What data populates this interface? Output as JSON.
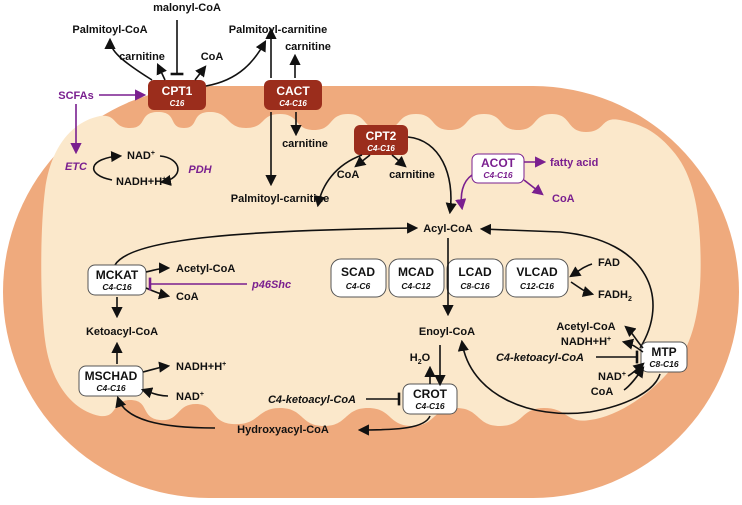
{
  "outside": {
    "malonyl_coa": "malonyl-CoA",
    "palmitoyl_coa": "Palmitoyl-CoA",
    "palmitoyl_carnitine_top": "Palmitoyl-carnitine",
    "carnitine_cpt1": "carnitine",
    "coa_cpt1": "CoA",
    "carnitine_cact_top": "carnitine",
    "scfas": "SCFAs"
  },
  "transporters": {
    "cpt1": {
      "name": "CPT1",
      "sub": "C16"
    },
    "cact": {
      "name": "CACT",
      "sub": "C4-C16"
    },
    "cpt2": {
      "name": "CPT2",
      "sub": "C4-C16"
    }
  },
  "matrix": {
    "carnitine_cact_bottom": "carnitine",
    "etc": "ETC",
    "nad_plus": "NAD",
    "nad_plus_sup": "+",
    "nadh_h": "NADH+H",
    "nadh_h_sup": "+",
    "pdh": "PDH",
    "palmitoyl_carnitine_matrix": "Palmitoyl-carnitine",
    "coa_cpt2": "CoA",
    "carnitine_cpt2": "carnitine",
    "fatty_acid": "fatty acid",
    "coa_acot": "CoA",
    "acyl_coa": "Acyl-CoA",
    "acetyl_coa_mckat": "Acetyl-CoA",
    "coa_mckat": "CoA",
    "p46shc": "p46Shc",
    "ketoacyl_coa": "Ketoacyl-CoA",
    "nadh_mschad": "NADH+H",
    "nadh_mschad_sup": "+",
    "nad_mschad": "NAD",
    "nad_mschad_sup": "+",
    "hydroxyacyl_coa": "Hydroxyacyl-CoA",
    "c4_ketoacyl_crot": "C4-ketoacyl-CoA",
    "h2o": "H",
    "h2o_sub": "2",
    "h2o_o": "O",
    "enoyl_coa": "Enoyl-CoA",
    "fad": "FAD",
    "fadh2": "FADH",
    "fadh2_sub": "2",
    "acetyl_coa_mtp": "Acetyl-CoA",
    "nadh_mtp": "NADH+H",
    "nadh_mtp_sup": "+",
    "c4_ketoacyl_mtp": "C4-ketoacyl-CoA",
    "nad_mtp": "NAD",
    "nad_mtp_sup": "+",
    "coa_mtp": "CoA"
  },
  "enzymes": {
    "acot": {
      "name": "ACOT",
      "sub": "C4-C16"
    },
    "mckat": {
      "name": "MCKAT",
      "sub": "C4-C16"
    },
    "mschad": {
      "name": "MSCHAD",
      "sub": "C4-C16"
    },
    "crot": {
      "name": "CROT",
      "sub": "C4-C16"
    },
    "mtp": {
      "name": "MTP",
      "sub": "C8-C16"
    },
    "scad": {
      "name": "SCAD",
      "sub": "C4-C6"
    },
    "mcad": {
      "name": "MCAD",
      "sub": "C4-C12"
    },
    "lcad": {
      "name": "LCAD",
      "sub": "C8-C16"
    },
    "vlcad": {
      "name": "VLCAD",
      "sub": "C12-C16"
    }
  },
  "colors": {
    "outer_membrane": "#efaa7d",
    "matrix": "#fbe8cb",
    "transporter": "#9b2d1c",
    "regulator_purple": "#7a1f8f",
    "arrow": "#111111"
  }
}
